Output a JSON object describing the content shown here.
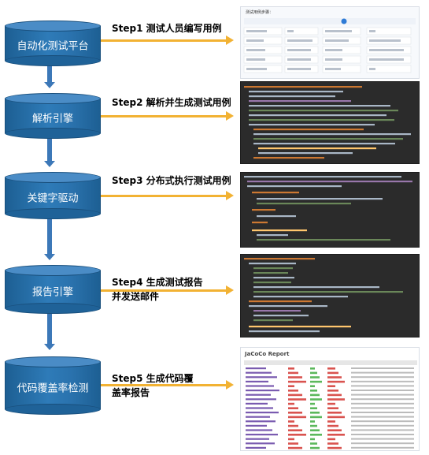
{
  "nodes": [
    {
      "id": "platform",
      "label": "自动化测试平台"
    },
    {
      "id": "parser",
      "label": "解析引擎"
    },
    {
      "id": "keyword",
      "label": "关键字驱动"
    },
    {
      "id": "report",
      "label": "报告引擎"
    },
    {
      "id": "coverage",
      "label": "代码覆盖率检测"
    }
  ],
  "steps": [
    {
      "line1": "Step1 测试人员编写用例",
      "line2": ""
    },
    {
      "line1": "Step2 解析并生成测试用例",
      "line2": ""
    },
    {
      "line1": "Step3 分布式执行测试用例",
      "line2": ""
    },
    {
      "line1": "Step4 生成测试报告",
      "line2": "并发送邮件"
    },
    {
      "line1": "Step5 生成代码覆",
      "line2": "盖率报告"
    }
  ],
  "thumbnails": {
    "table_title": "测试用例步骤：",
    "report_title": "JaCoCo Report"
  },
  "colors": {
    "cylinder": "#2e7bb8",
    "connector": "#3c78b8",
    "arrow": "#f2b233",
    "code_bg": "#2b2b2b"
  }
}
